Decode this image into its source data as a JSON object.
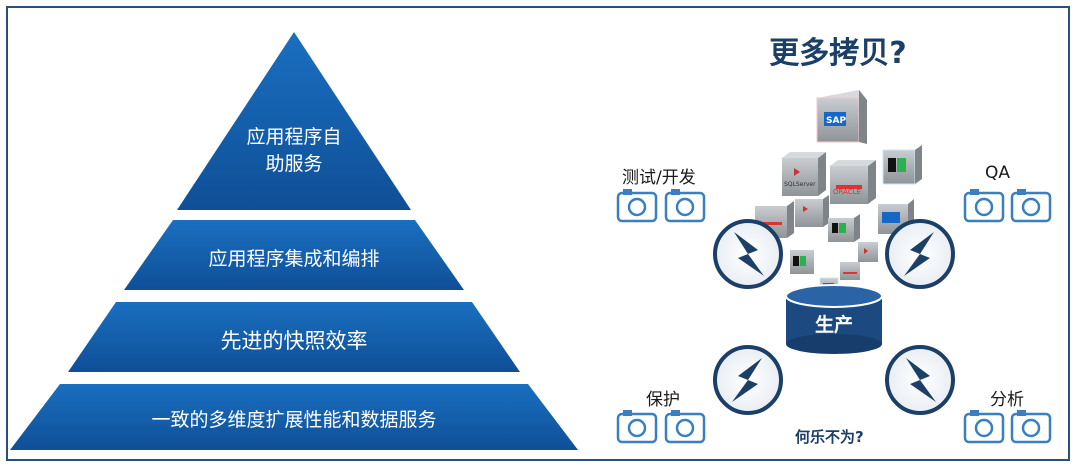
{
  "pyramid": {
    "tiers": [
      {
        "label_line1": "应用程序自",
        "label_line2": "助服务"
      },
      {
        "label": "应用程序集成和编排"
      },
      {
        "label": "先进的快照效率"
      },
      {
        "label": "一致的多维度扩展性能和数据服务"
      }
    ],
    "color": "#1560ad"
  },
  "right_panel": {
    "title": "更多拷贝?",
    "center_label": "生产",
    "question": "何乐不为?",
    "groups": [
      {
        "label": "测试/开发",
        "icon": "camera-icon"
      },
      {
        "label": "QA",
        "icon": "camera-icon"
      },
      {
        "label": "保护",
        "icon": "camera-icon"
      },
      {
        "label": "分析",
        "icon": "camera-icon"
      }
    ],
    "cube_labels": {
      "sap": "SAP",
      "oracle": "ORACLE",
      "sqlserver": "SQLServer"
    },
    "accent": "#1b3f66"
  }
}
